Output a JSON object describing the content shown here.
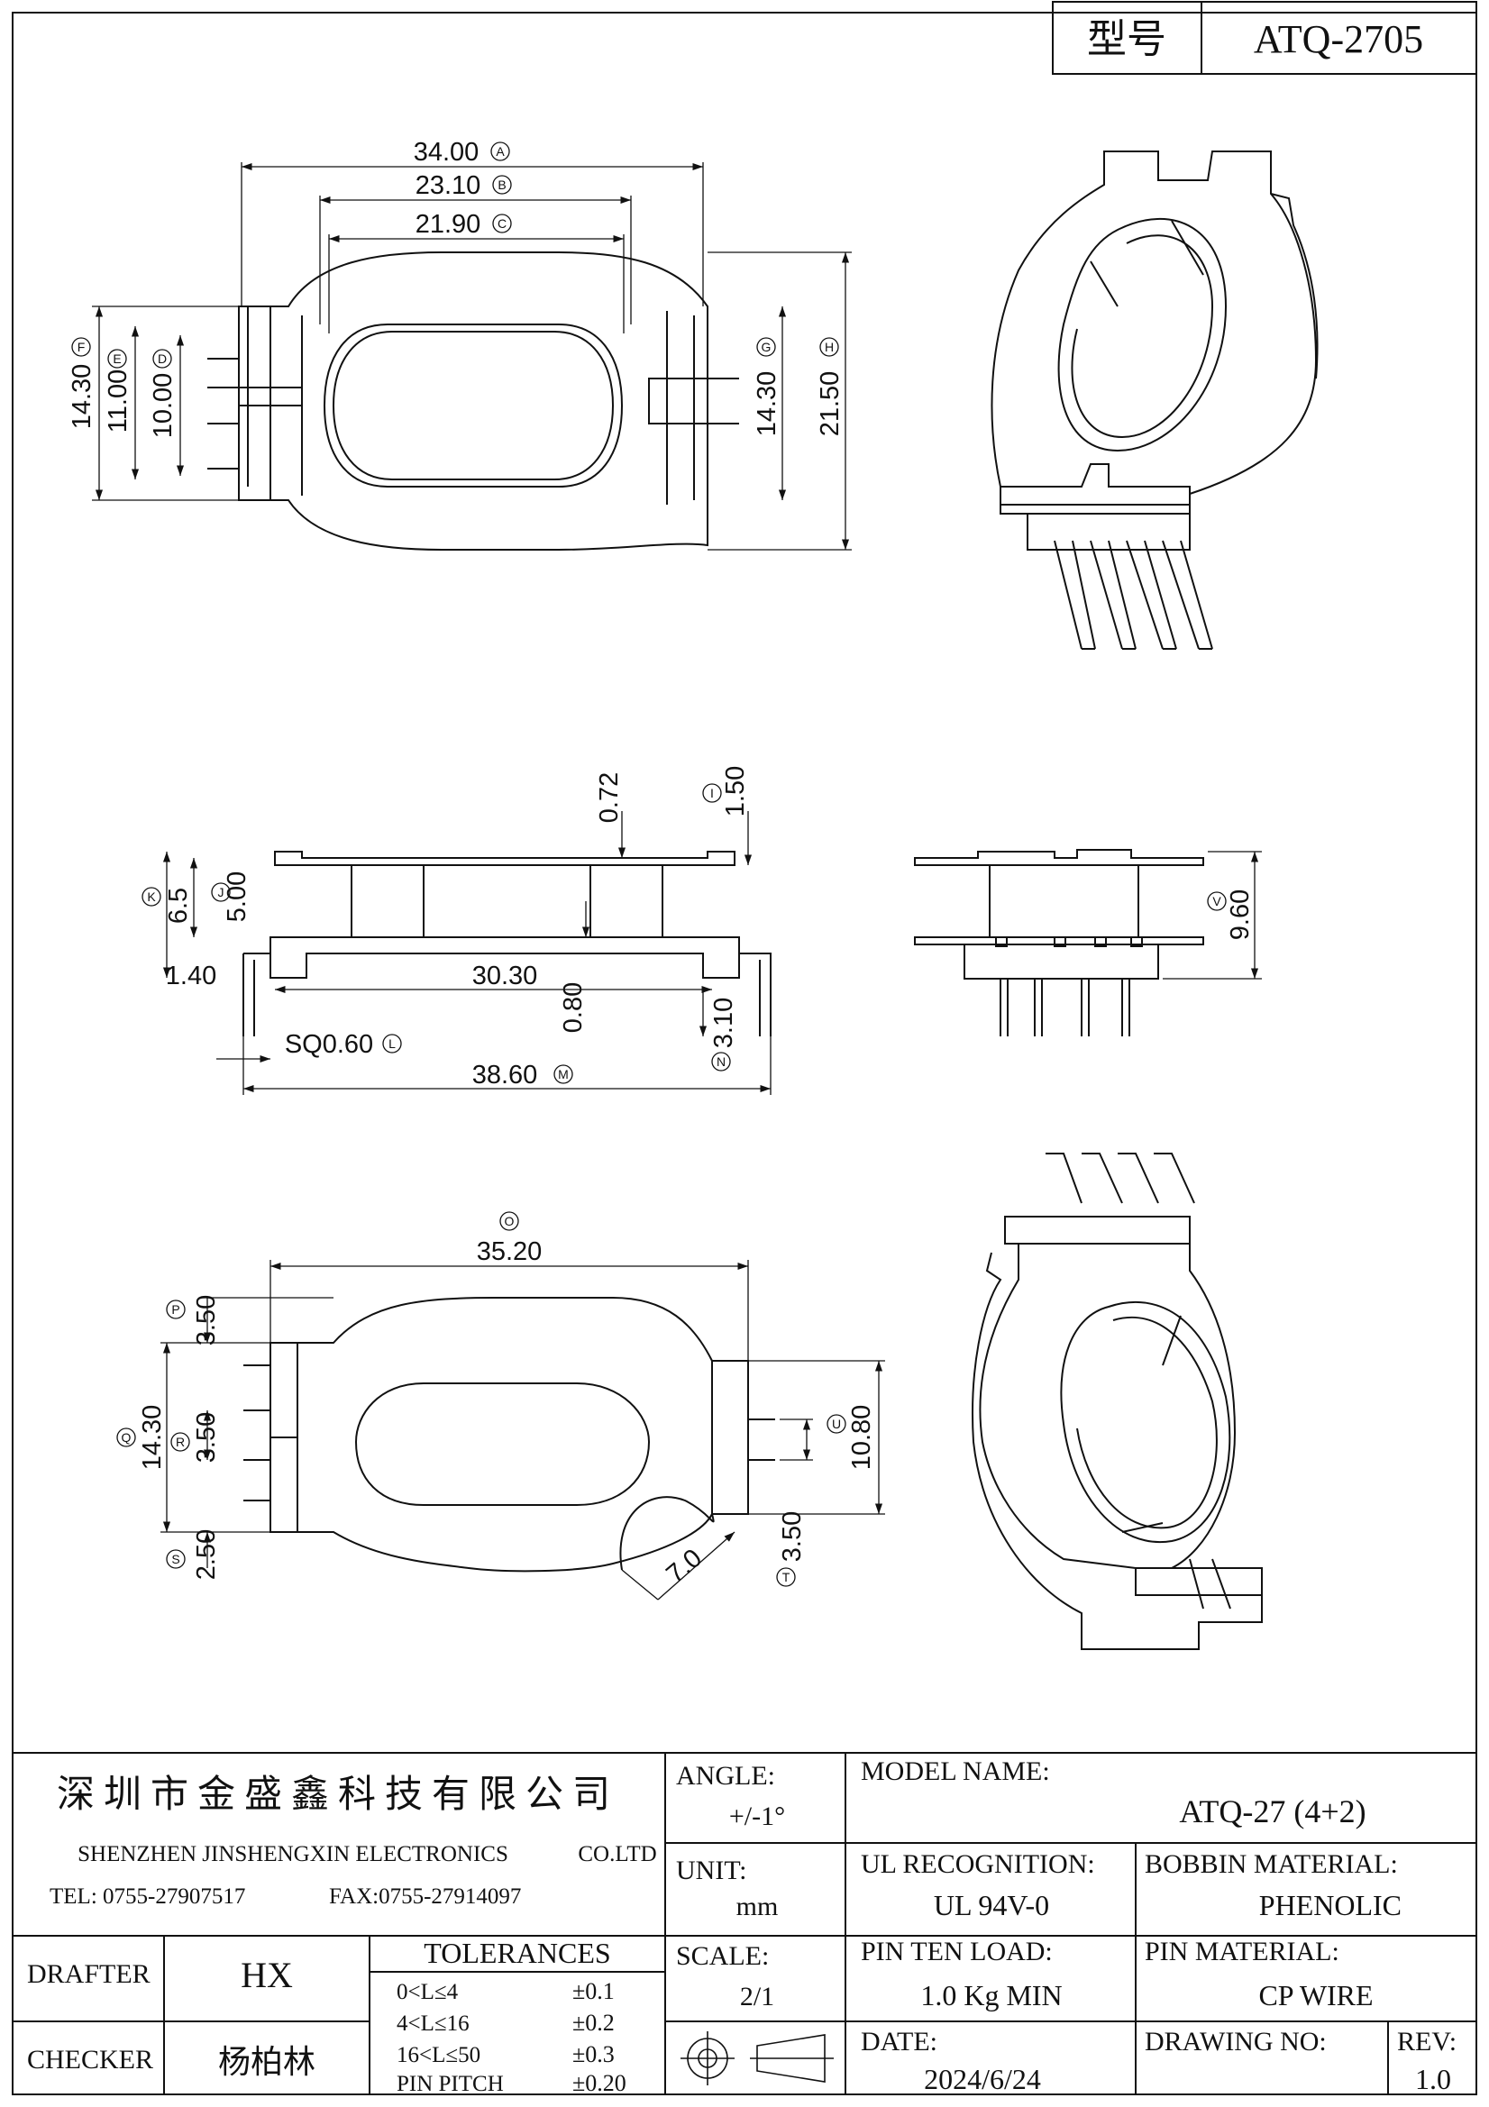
{
  "header": {
    "type_label": "型号",
    "type_value": "ATQ-2705"
  },
  "top_view": {
    "dims": [
      {
        "value": "34.00",
        "ref": "A"
      },
      {
        "value": "23.10",
        "ref": "B"
      },
      {
        "value": "21.90",
        "ref": "C"
      },
      {
        "value": "10.00",
        "ref": "D"
      },
      {
        "value": "11.00",
        "ref": "E"
      },
      {
        "value": "14.30",
        "ref": "F"
      },
      {
        "value": "14.30",
        "ref": "G"
      },
      {
        "value": "21.50",
        "ref": "H"
      }
    ]
  },
  "side_view": {
    "dims": [
      {
        "value": "0.72",
        "ref": ""
      },
      {
        "value": "1.50",
        "ref": "I"
      },
      {
        "value": "5.00",
        "ref": "J"
      },
      {
        "value": "6.5",
        "ref": "K"
      },
      {
        "value": "1.40",
        "ref": ""
      },
      {
        "value": "30.30",
        "ref": ""
      },
      {
        "value": "0.80",
        "ref": ""
      },
      {
        "value": "3.10",
        "ref": "N"
      },
      {
        "value": "SQ0.60",
        "ref": "L"
      },
      {
        "value": "38.60",
        "ref": "M"
      }
    ]
  },
  "front_view": {
    "dims": [
      {
        "value": "9.60",
        "ref": "V"
      }
    ]
  },
  "bottom_view": {
    "dims": [
      {
        "value": "35.20",
        "ref": "O"
      },
      {
        "value": "3.50",
        "ref": "P"
      },
      {
        "value": "14.30",
        "ref": "Q"
      },
      {
        "value": "3.50",
        "ref": "R"
      },
      {
        "value": "2.50",
        "ref": "S"
      },
      {
        "value": "10.80",
        "ref": "U"
      },
      {
        "value": "3.50",
        "ref": "T"
      },
      {
        "value": "7.0",
        "ref": ""
      }
    ]
  },
  "title_block": {
    "company_cn": "深圳市金盛鑫科技有限公司",
    "company_en": "SHENZHEN JINSHENGXIN ELECTRONICS",
    "company_suffix": "CO.LTD",
    "tel": "TEL: 0755-27907517",
    "fax": "FAX:0755-27914097",
    "angle_label": "ANGLE:",
    "angle_value": "+/-1°",
    "unit_label": "UNIT:",
    "unit_value": "mm",
    "scale_label": "SCALE:",
    "scale_value": "2/1",
    "model_label": "MODEL NAME:",
    "model_value": "ATQ-27 (4+2)",
    "ul_label": "UL RECOGNITION:",
    "ul_value": "UL 94V-0",
    "bobbin_label": "BOBBIN MATERIAL:",
    "bobbin_value": "PHENOLIC",
    "drafter_label": "DRAFTER",
    "drafter_value": "HX",
    "checker_label": "CHECKER",
    "checker_value": "杨柏林",
    "tolerances_title": "TOLERANCES",
    "tolerances": [
      {
        "range": "0<L≤4",
        "value": "±0.1"
      },
      {
        "range": "4<L≤16",
        "value": "±0.2"
      },
      {
        "range": "16<L≤50",
        "value": "±0.3"
      },
      {
        "range": "PIN PITCH",
        "value": "±0.20"
      }
    ],
    "pin_load_label": "PIN TEN LOAD:",
    "pin_load_value": "1.0 Kg MIN",
    "pin_material_label": "PIN MATERIAL:",
    "pin_material_value": "CP WIRE",
    "date_label": "DATE:",
    "date_value": "2024/6/24",
    "drawing_no_label": "DRAWING NO:",
    "rev_label": "REV:",
    "rev_value": "1.0"
  }
}
